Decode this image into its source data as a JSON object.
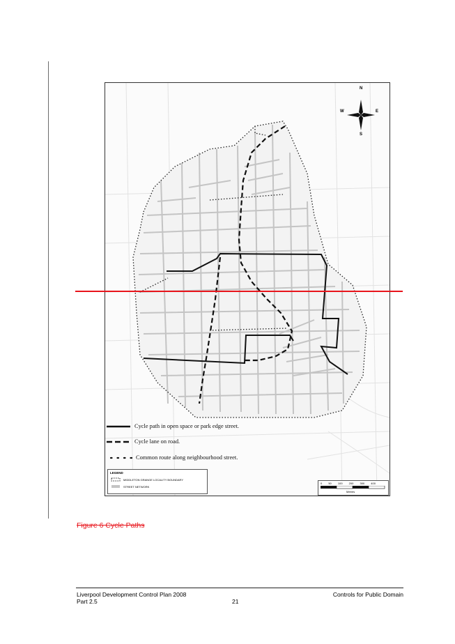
{
  "figure": {
    "caption": "Figure 6 Cycle Paths",
    "compass": {
      "n": "N",
      "s": "S",
      "e": "E",
      "w": "W"
    },
    "legend_keys": [
      {
        "label": "Cycle path in open space or park edge street.",
        "style": "solid"
      },
      {
        "label": "Cycle lane on road.",
        "style": "dashed"
      },
      {
        "label": "Common route along neighbourhood street.",
        "style": "dotted"
      }
    ],
    "legend_box": {
      "title": "LEGEND",
      "items": [
        "MIDDLETON GRANGE LOCALITY BOUNDARY",
        "STREET NETWORK"
      ]
    },
    "scale": {
      "ticks": "0 50 100 200 300 400",
      "unit": "Metres"
    }
  },
  "footer": {
    "doc_title": "Liverpool Development Control Plan 2008",
    "part": "Part 2.5",
    "page_number": "21",
    "section": "Controls for Public Domain"
  },
  "colors": {
    "annotation_red": "#e8141b",
    "map_streets": "#c8c8c8",
    "paths": "#111111"
  }
}
